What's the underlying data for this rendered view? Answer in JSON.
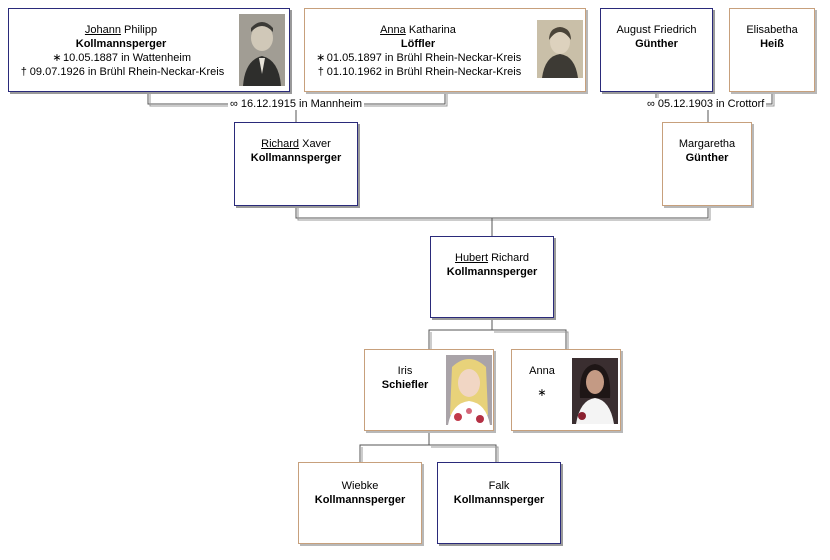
{
  "persons": {
    "johann": {
      "call": "Johann",
      "other": " Philipp",
      "surname": "Kollmannsperger",
      "birth_sym": "∗",
      "birth": "10.05.1887 in Wattenheim",
      "death_sym": "†",
      "death": "09.07.1926 in Brühl Rhein-Neckar-Kreis"
    },
    "anna_k": {
      "call": "Anna",
      "other": " Katharina",
      "surname": "Löffler",
      "birth_sym": "∗",
      "birth": "01.05.1897 in Brühl Rhein-Neckar-Kreis",
      "death_sym": "†",
      "death": "01.10.1962 in Brühl Rhein-Neckar-Kreis"
    },
    "august": {
      "given": "August Friedrich",
      "surname": "Günther"
    },
    "elisabetha": {
      "given": "Elisabetha",
      "surname": "Heiß"
    },
    "richard": {
      "call": "Richard",
      "other": " Xaver",
      "surname": "Kollmannsperger"
    },
    "margaretha": {
      "given": "Margaretha",
      "surname": "Günther"
    },
    "hubert": {
      "call": "Hubert",
      "other": " Richard",
      "surname": "Kollmannsperger"
    },
    "iris": {
      "given": "Iris",
      "surname": "Schiefler"
    },
    "anna": {
      "given": "Anna",
      "birth_sym": "∗"
    },
    "wiebke": {
      "given": "Wiebke",
      "surname": "Kollmannsperger"
    },
    "falk": {
      "given": "Falk",
      "surname": "Kollmannsperger"
    }
  },
  "marriages": {
    "m1": {
      "sym": "∞",
      "text": " 16.12.1915 in Mannheim"
    },
    "m2": {
      "sym": "∞",
      "text": " 05.12.1903 in Crottorf"
    }
  },
  "colors": {
    "male_border": "#2a2a7a",
    "female_border": "#c7a07c",
    "line": "#555555"
  }
}
